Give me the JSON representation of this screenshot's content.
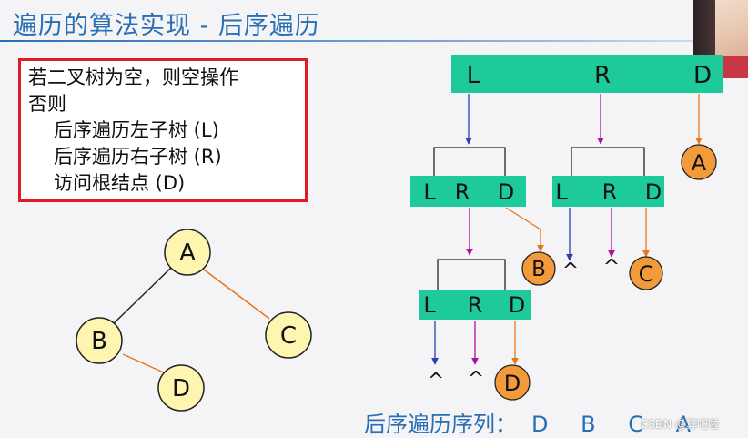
{
  "title": "遍历的算法实现 - 后序遍历",
  "rule_box": {
    "lines": [
      "若二叉树为空，则空操作",
      "否则",
      "后序遍历左子树 (L)",
      "后序遍历右子树 (R)",
      "访问根结点 (D)"
    ]
  },
  "tree": {
    "nodes": [
      {
        "id": "A",
        "label": "A"
      },
      {
        "id": "B",
        "label": "B"
      },
      {
        "id": "C",
        "label": "C"
      },
      {
        "id": "D",
        "label": "D"
      }
    ],
    "edges": [
      {
        "from": "A",
        "to": "B"
      },
      {
        "from": "A",
        "to": "C"
      },
      {
        "from": "B",
        "to": "D"
      }
    ]
  },
  "call_frames": {
    "top": [
      "L",
      "R",
      "D"
    ],
    "left": [
      "L",
      "R",
      "D"
    ],
    "right": [
      "L",
      "R",
      "D"
    ],
    "bottom": [
      "L",
      "R",
      "D"
    ]
  },
  "visited": {
    "A": "A",
    "B": "B",
    "C": "C",
    "D": "D"
  },
  "null_symbol": "^",
  "result": {
    "label": "后序遍历序列：",
    "sequence": "D B C A"
  },
  "watermark": "CSDN @算吧啦",
  "colors": {
    "title": "#2a6fb4",
    "box_border": "#e11b22",
    "frame_fill": "#1ec99a",
    "tree_node_fill": "#fdf5b0",
    "visited_fill": "#f39a3a",
    "arrow_blue": "#2b3fb0",
    "arrow_magenta": "#b0119c",
    "arrow_orange": "#e8761e",
    "edge_orange": "#e8761e"
  }
}
